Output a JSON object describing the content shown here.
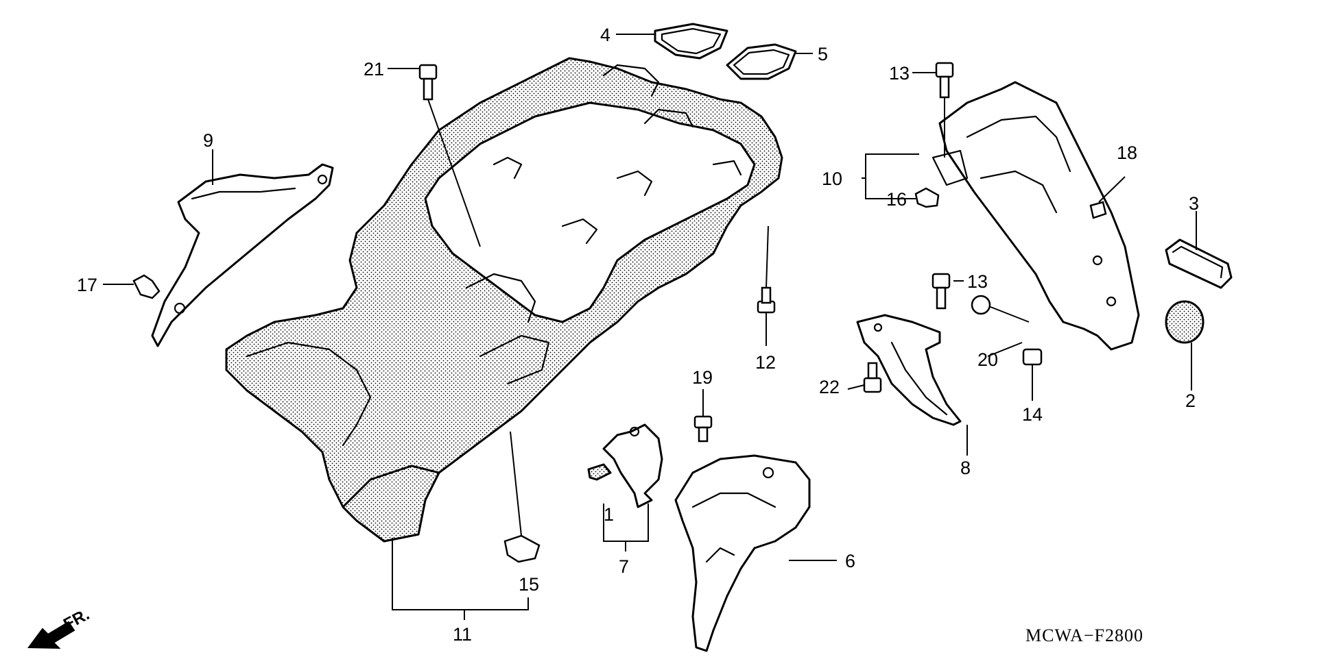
{
  "diagram": {
    "drawing_code": "MCWA−F2800",
    "front_marker": "FR.",
    "callouts": [
      {
        "id": "c1",
        "label": "1"
      },
      {
        "id": "c2",
        "label": "2"
      },
      {
        "id": "c3",
        "label": "3"
      },
      {
        "id": "c4",
        "label": "4"
      },
      {
        "id": "c5",
        "label": "5"
      },
      {
        "id": "c6",
        "label": "6"
      },
      {
        "id": "c7",
        "label": "7"
      },
      {
        "id": "c8",
        "label": "8"
      },
      {
        "id": "c9",
        "label": "9"
      },
      {
        "id": "c10",
        "label": "10"
      },
      {
        "id": "c11",
        "label": "11"
      },
      {
        "id": "c12",
        "label": "12"
      },
      {
        "id": "c13a",
        "label": "13"
      },
      {
        "id": "c13b",
        "label": "13"
      },
      {
        "id": "c14",
        "label": "14"
      },
      {
        "id": "c15",
        "label": "15"
      },
      {
        "id": "c16",
        "label": "16"
      },
      {
        "id": "c17",
        "label": "17"
      },
      {
        "id": "c18",
        "label": "18"
      },
      {
        "id": "c19",
        "label": "19"
      },
      {
        "id": "c20",
        "label": "20"
      },
      {
        "id": "c21",
        "label": "21"
      },
      {
        "id": "c22",
        "label": "22"
      }
    ]
  }
}
